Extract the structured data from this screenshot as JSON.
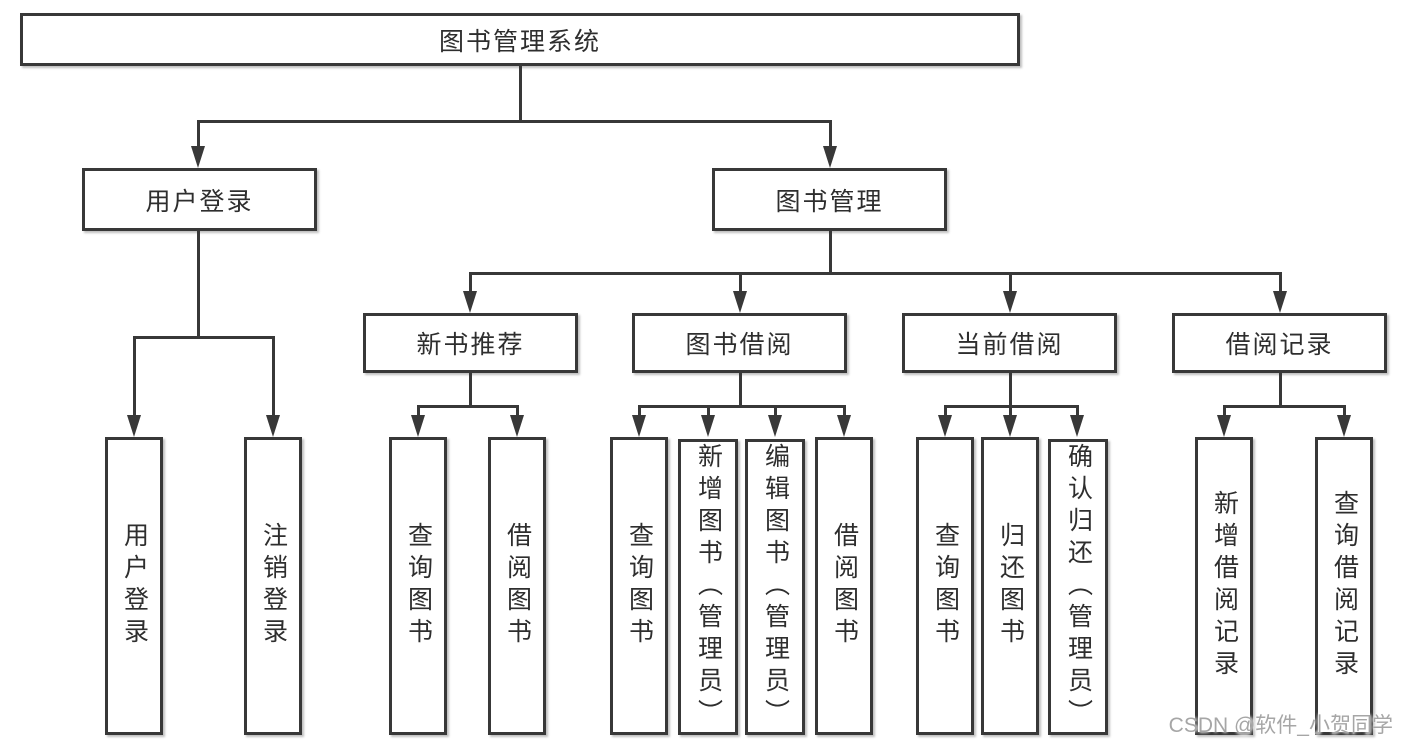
{
  "tree": {
    "root": {
      "label": "图书管理系统"
    },
    "branches": [
      {
        "label": "用户登录",
        "children": [
          {
            "label": "用户登录"
          },
          {
            "label": "注销登录"
          }
        ]
      },
      {
        "label": "图书管理",
        "children": [
          {
            "label": "新书推荐",
            "children": [
              {
                "label": "查询图书"
              },
              {
                "label": "借阅图书"
              }
            ]
          },
          {
            "label": "图书借阅",
            "children": [
              {
                "label": "查询图书"
              },
              {
                "label": "新增图书（管理员）"
              },
              {
                "label": "编辑图书（管理员）"
              },
              {
                "label": "借阅图书"
              }
            ]
          },
          {
            "label": "当前借阅",
            "children": [
              {
                "label": "查询图书"
              },
              {
                "label": "归还图书"
              },
              {
                "label": "确认归还（管理员）"
              }
            ]
          },
          {
            "label": "借阅记录",
            "children": [
              {
                "label": "新增借阅记录"
              },
              {
                "label": "查询借阅记录"
              }
            ]
          }
        ]
      }
    ]
  },
  "watermark": {
    "text": "CSDN @软件_小贺同学"
  },
  "colors": {
    "line": "#383838",
    "text": "#2e2e2e",
    "background": "#ffffff",
    "watermark": "#a6a6a6"
  }
}
